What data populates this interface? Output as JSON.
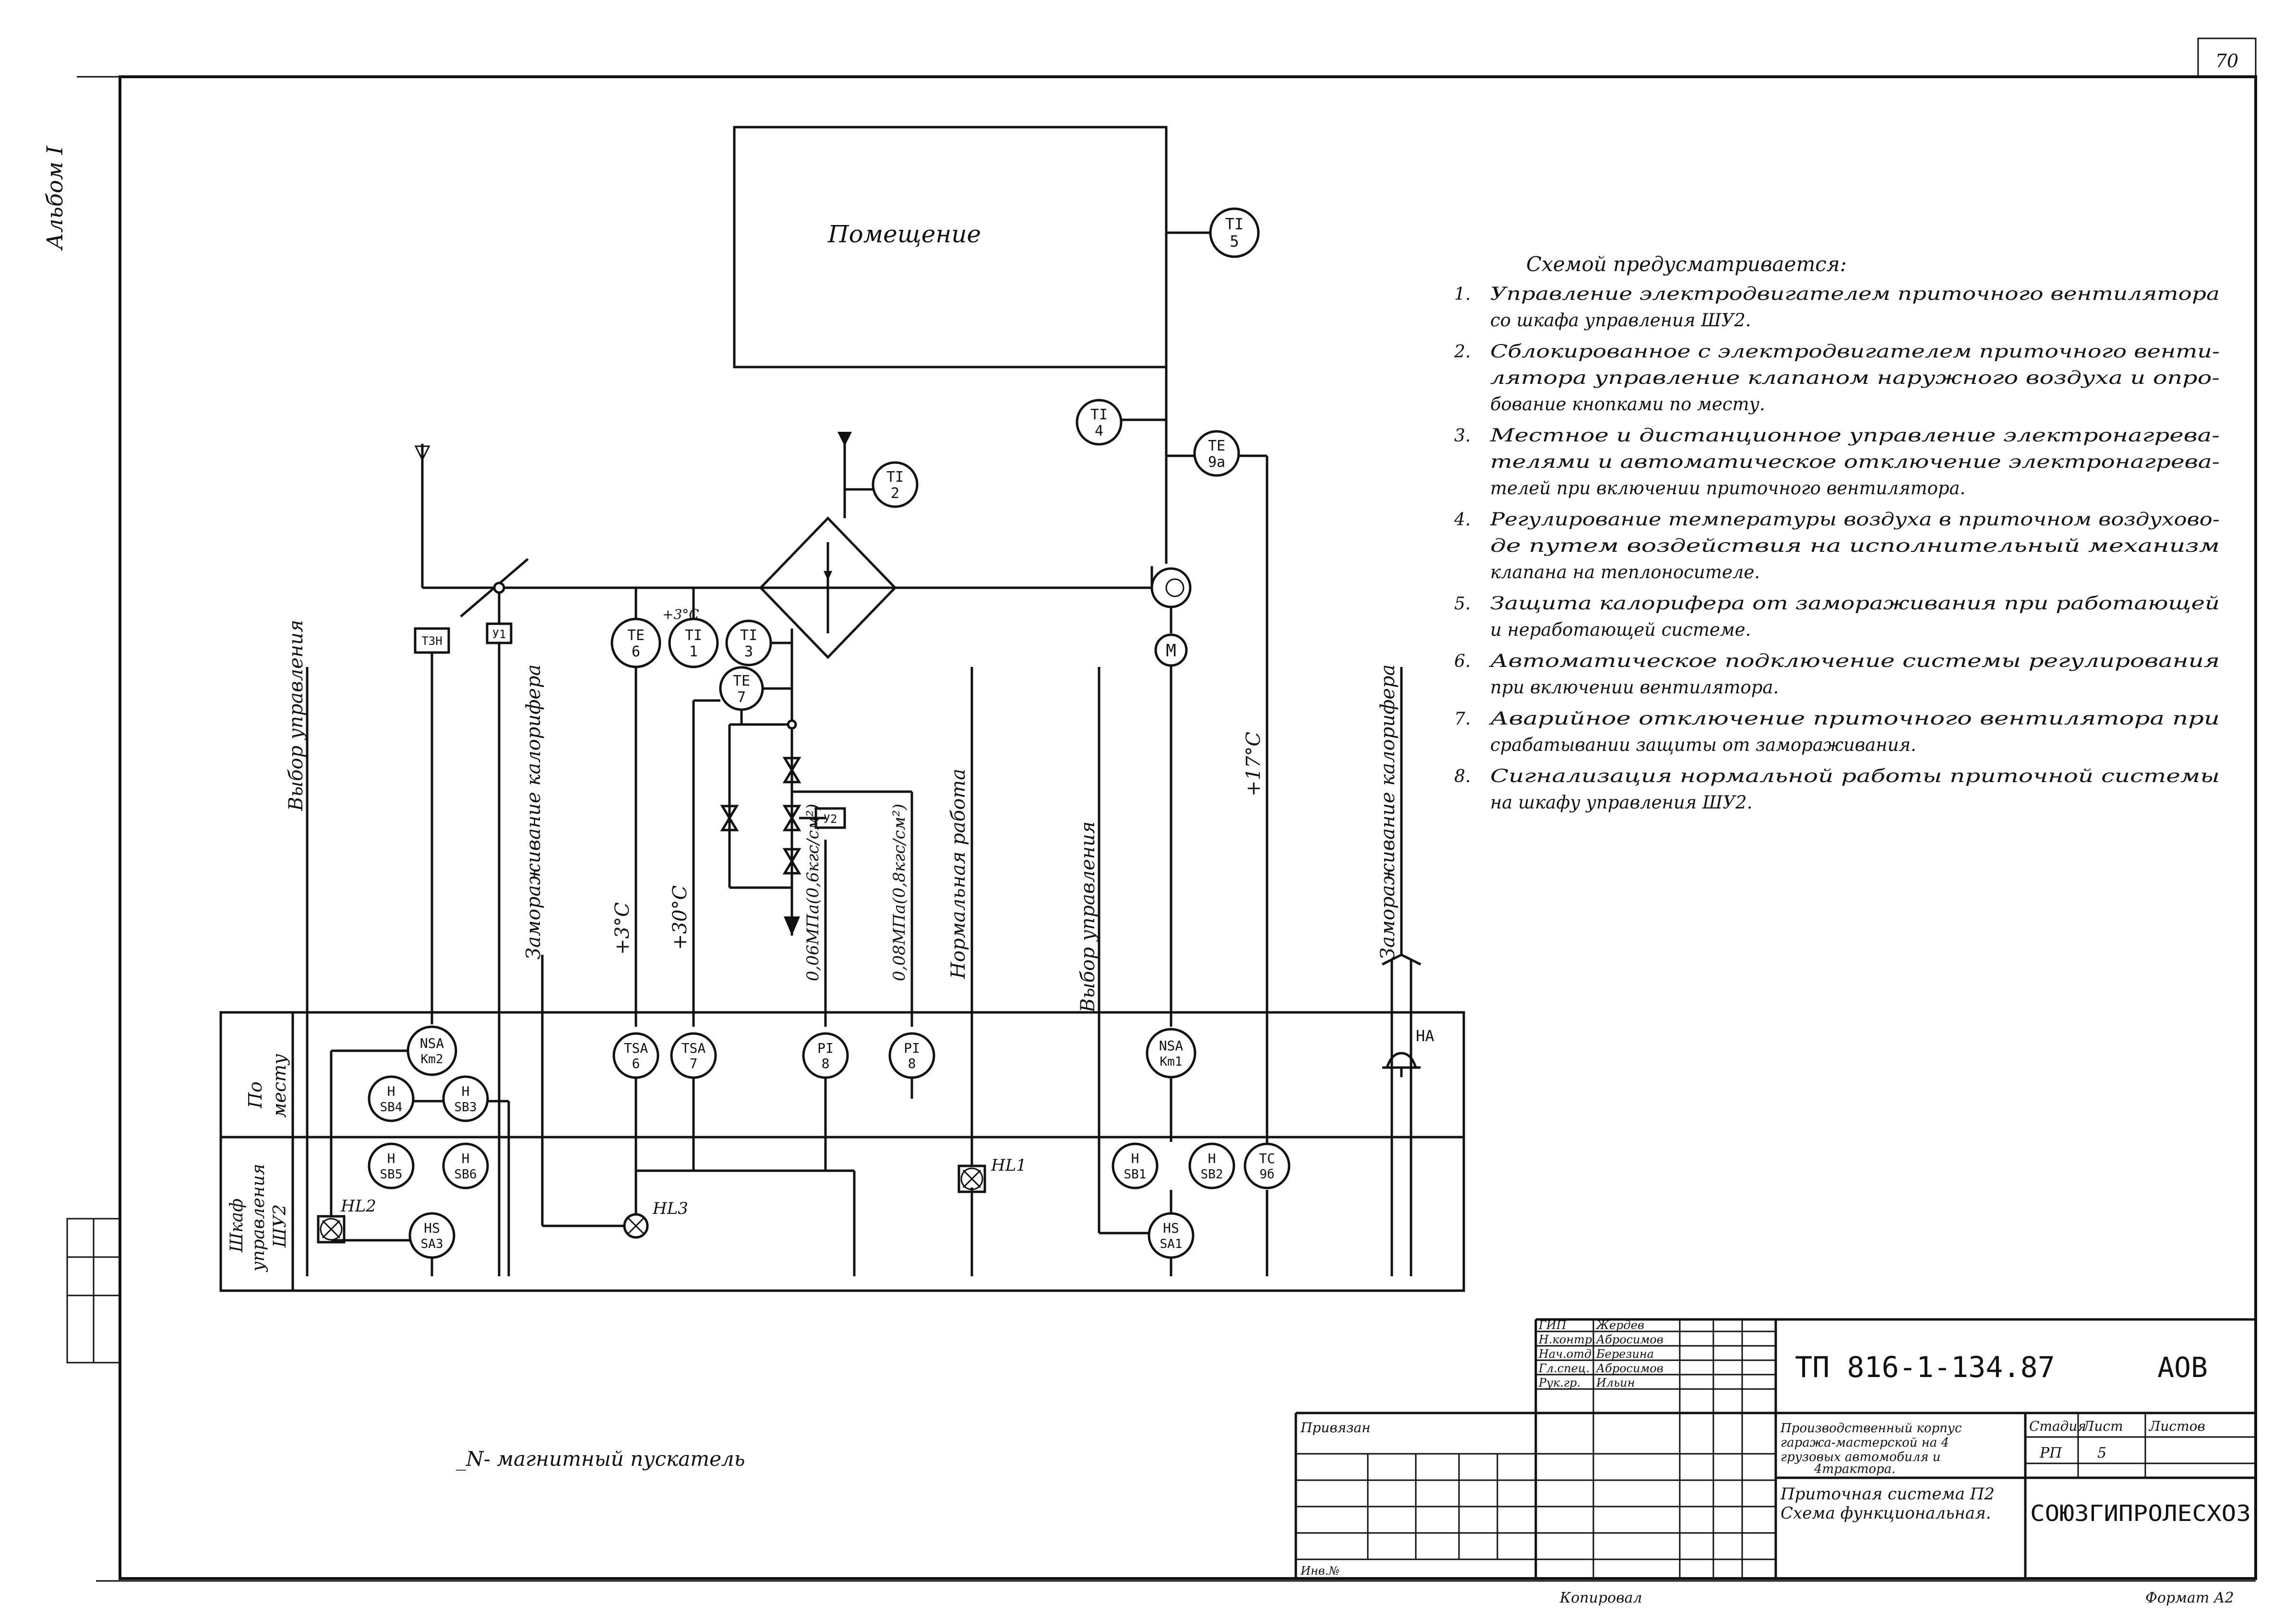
{
  "sheet": {
    "page_number": "70",
    "album": "Альбом I",
    "format": "Формат А2",
    "copied_by": "Копировал"
  },
  "room_label": "Помещение",
  "notes": {
    "heading": "Схемой предусматривается:",
    "items": [
      {
        "num": "1.",
        "lines": [
          "Управление электродвигателем приточного вентилятора",
          "со шкафа управления ШУ2."
        ]
      },
      {
        "num": "2.",
        "lines": [
          "Сблокированное с электродвигателем приточного венти-",
          "лятора управление клапаном наружного воздуха и опро-",
          "бование кнопками по месту."
        ]
      },
      {
        "num": "3.",
        "lines": [
          "Местное и дистанционное управление электронагрева-",
          "телями и автоматическое отключение электронагрева-",
          "телей при включении приточного вентилятора."
        ]
      },
      {
        "num": "4.",
        "lines": [
          "Регулирование температуры воздуха в приточном воздухово-",
          "де путем воздействия на исполнительный механизм",
          "клапана на теплоносителе."
        ]
      },
      {
        "num": "5.",
        "lines": [
          "Защита калорифера от замораживания при работающей",
          "и неработающей системе."
        ]
      },
      {
        "num": "6.",
        "lines": [
          "Автоматическое подключение системы регулирования",
          "при включении вентилятора."
        ]
      },
      {
        "num": "7.",
        "lines": [
          "Аварийное отключение приточного вентилятора при",
          "срабатывании защиты от замораживания."
        ]
      },
      {
        "num": "8.",
        "lines": [
          "Сигнализация нормальной работы приточной системы",
          "на шкафу управления ШУ2."
        ]
      }
    ]
  },
  "legend_note": "_N- магнитный пускатель",
  "instruments": {
    "ti5": [
      "TI",
      "5"
    ],
    "ti4": [
      "TI",
      "4"
    ],
    "te9a": [
      "TE",
      "9a"
    ],
    "ti2": [
      "TI",
      "2"
    ],
    "te6": [
      "TE",
      "6"
    ],
    "ti1": [
      "TI",
      "1"
    ],
    "ti3": [
      "TI",
      "3"
    ],
    "te7": [
      "TE",
      "7"
    ],
    "nsa_km2": [
      "NSA",
      "Km2"
    ],
    "nsa_km1": [
      "NSA",
      "Km1"
    ],
    "h_sb4": [
      "H",
      "SB4"
    ],
    "h_sb3": [
      "H",
      "SB3"
    ],
    "h_sb5": [
      "H",
      "SB5"
    ],
    "h_sb6": [
      "H",
      "SB6"
    ],
    "hs_sa3": [
      "HS",
      "SA3"
    ],
    "tsa6": [
      "TSA",
      "6"
    ],
    "tsa7": [
      "TSA",
      "7"
    ],
    "pi8a": [
      "PI",
      "8"
    ],
    "pi8b": [
      "PI",
      "8"
    ],
    "h_sb1": [
      "H",
      "SB1"
    ],
    "h_sb2": [
      "H",
      "SB2"
    ],
    "tc9b": [
      "TC",
      "9б"
    ],
    "hs_sa1": [
      "HS",
      "SA1"
    ]
  },
  "boxes": {
    "tzn": "ТЗН",
    "y1": "У1",
    "y2": "У2",
    "motor": "M",
    "ha": "HA"
  },
  "lamps": {
    "hl1": "HL1",
    "hl2": "HL2",
    "hl3": "HL3"
  },
  "panel_rows": {
    "local": [
      "По",
      "месту"
    ],
    "cabinet": [
      "Шкаф",
      "управления",
      "ШУ2"
    ]
  },
  "vertical_labels": {
    "l1": "Выбор управления",
    "l2": "Замораживание калорифера",
    "l3": "+3°С",
    "l4": "+30°С",
    "l5": "0,06МПа(0,6кгс/см²)",
    "l6": "0,08МПа(0,8кгс/см²)",
    "l7": "Нормальная работа",
    "l8": "Выбор управления",
    "l9": "+17°С",
    "l10": "Замораживание калорифера"
  },
  "temp_small": {
    "t1": "+3°С"
  },
  "title_block": {
    "doc_code": "ТП 816-1-134.87",
    "section": "АОВ",
    "staff": [
      [
        "ГИП",
        "Жердев"
      ],
      [
        "Н.контр.",
        "Абросимов"
      ],
      [
        "Нач.отд.",
        "Березина"
      ],
      [
        "Гл.спец.",
        "Абросимов"
      ],
      [
        "Рук.гр.",
        "Ильин"
      ]
    ],
    "project_title": [
      "Производственный корпус",
      "гаража-мастерской на 4",
      "грузовых автомобиля и",
      "4трактора."
    ],
    "drawing_title": [
      "Приточная система П2",
      "Схема функциональная."
    ],
    "stage_label": "Стадия",
    "sheet_label": "Лист",
    "sheets_label": "Листов",
    "stage": "РП",
    "sheet": "5",
    "sheets": "",
    "org": "СОЮЗГИПРОЛЕСХОЗ",
    "bound": "Привязан",
    "inv": "Инв.№"
  }
}
